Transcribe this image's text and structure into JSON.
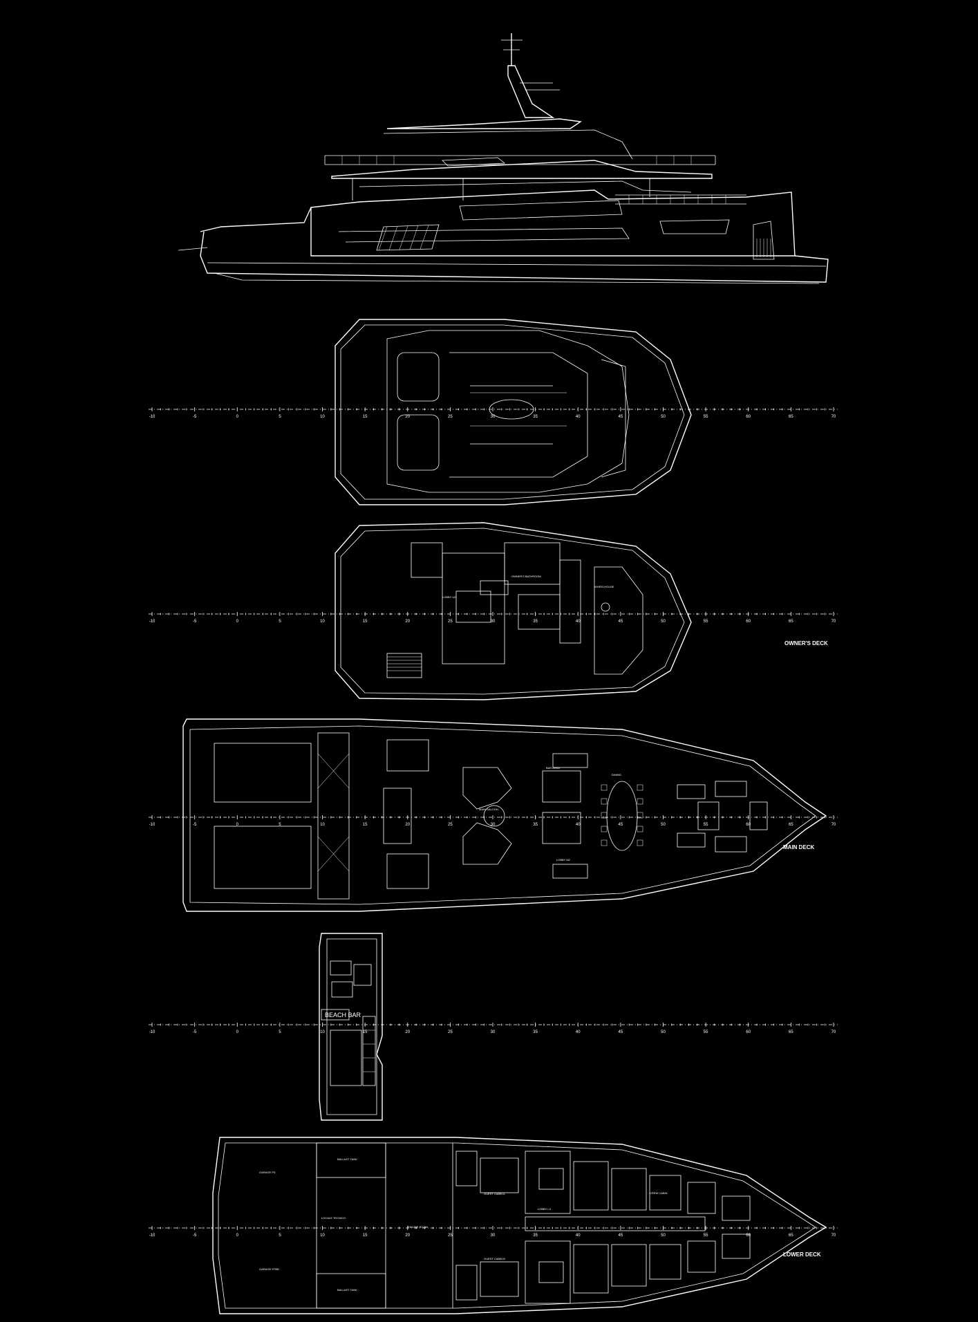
{
  "scale": {
    "ticks": [
      "-10",
      "-5",
      "0",
      "5",
      "10",
      "15",
      "20",
      "25",
      "30",
      "35",
      "40",
      "45",
      "50",
      "55",
      "60",
      "65",
      "70"
    ]
  },
  "deck_labels": {
    "owners_deck": "OWNER'S DECK",
    "main_deck": "MAIN DECK",
    "lower_deck": "LOWER DECK"
  },
  "room_labels": {
    "beach_bar": "BEACH BAR",
    "main_salon": "MAIN SALOON",
    "wheelhouse": "WHEELHOUSE",
    "owners_bathroom": "OWNER'S BATHROOM",
    "lobby_u2": "LOBBY U2",
    "lobby_m2": "LOBBY M2",
    "lobby_l3": "LOBBY L3",
    "engine_room": "ENGINE ROOM",
    "ballast_tank": "BALLAST TANK",
    "garage_ps": "GARAGE PS",
    "garage_stbd": "GARAGE STBD",
    "locale_tecnico": "LOCALE TECNICO",
    "guest_cabin_a": "GUEST CABIN A",
    "guest_cabin_b": "GUEST CABIN B",
    "crew_cabin": "CREW CABIN",
    "bar_area": "BAR AREA",
    "dining": "DINING"
  }
}
